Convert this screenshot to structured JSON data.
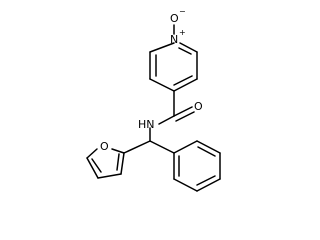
{
  "structure": {
    "atom_labels": {
      "n_oxide_oxygen": "O",
      "pyridine_nitrogen": "N",
      "carbonyl_oxygen": "O",
      "amide_nh": "HN",
      "furan_oxygen": "O"
    },
    "charges": {
      "pyridine_nitrogen": "+",
      "n_oxide_oxygen": "−"
    },
    "colors": {
      "bond": "#000000",
      "text": "#000000",
      "background": "#ffffff"
    }
  }
}
